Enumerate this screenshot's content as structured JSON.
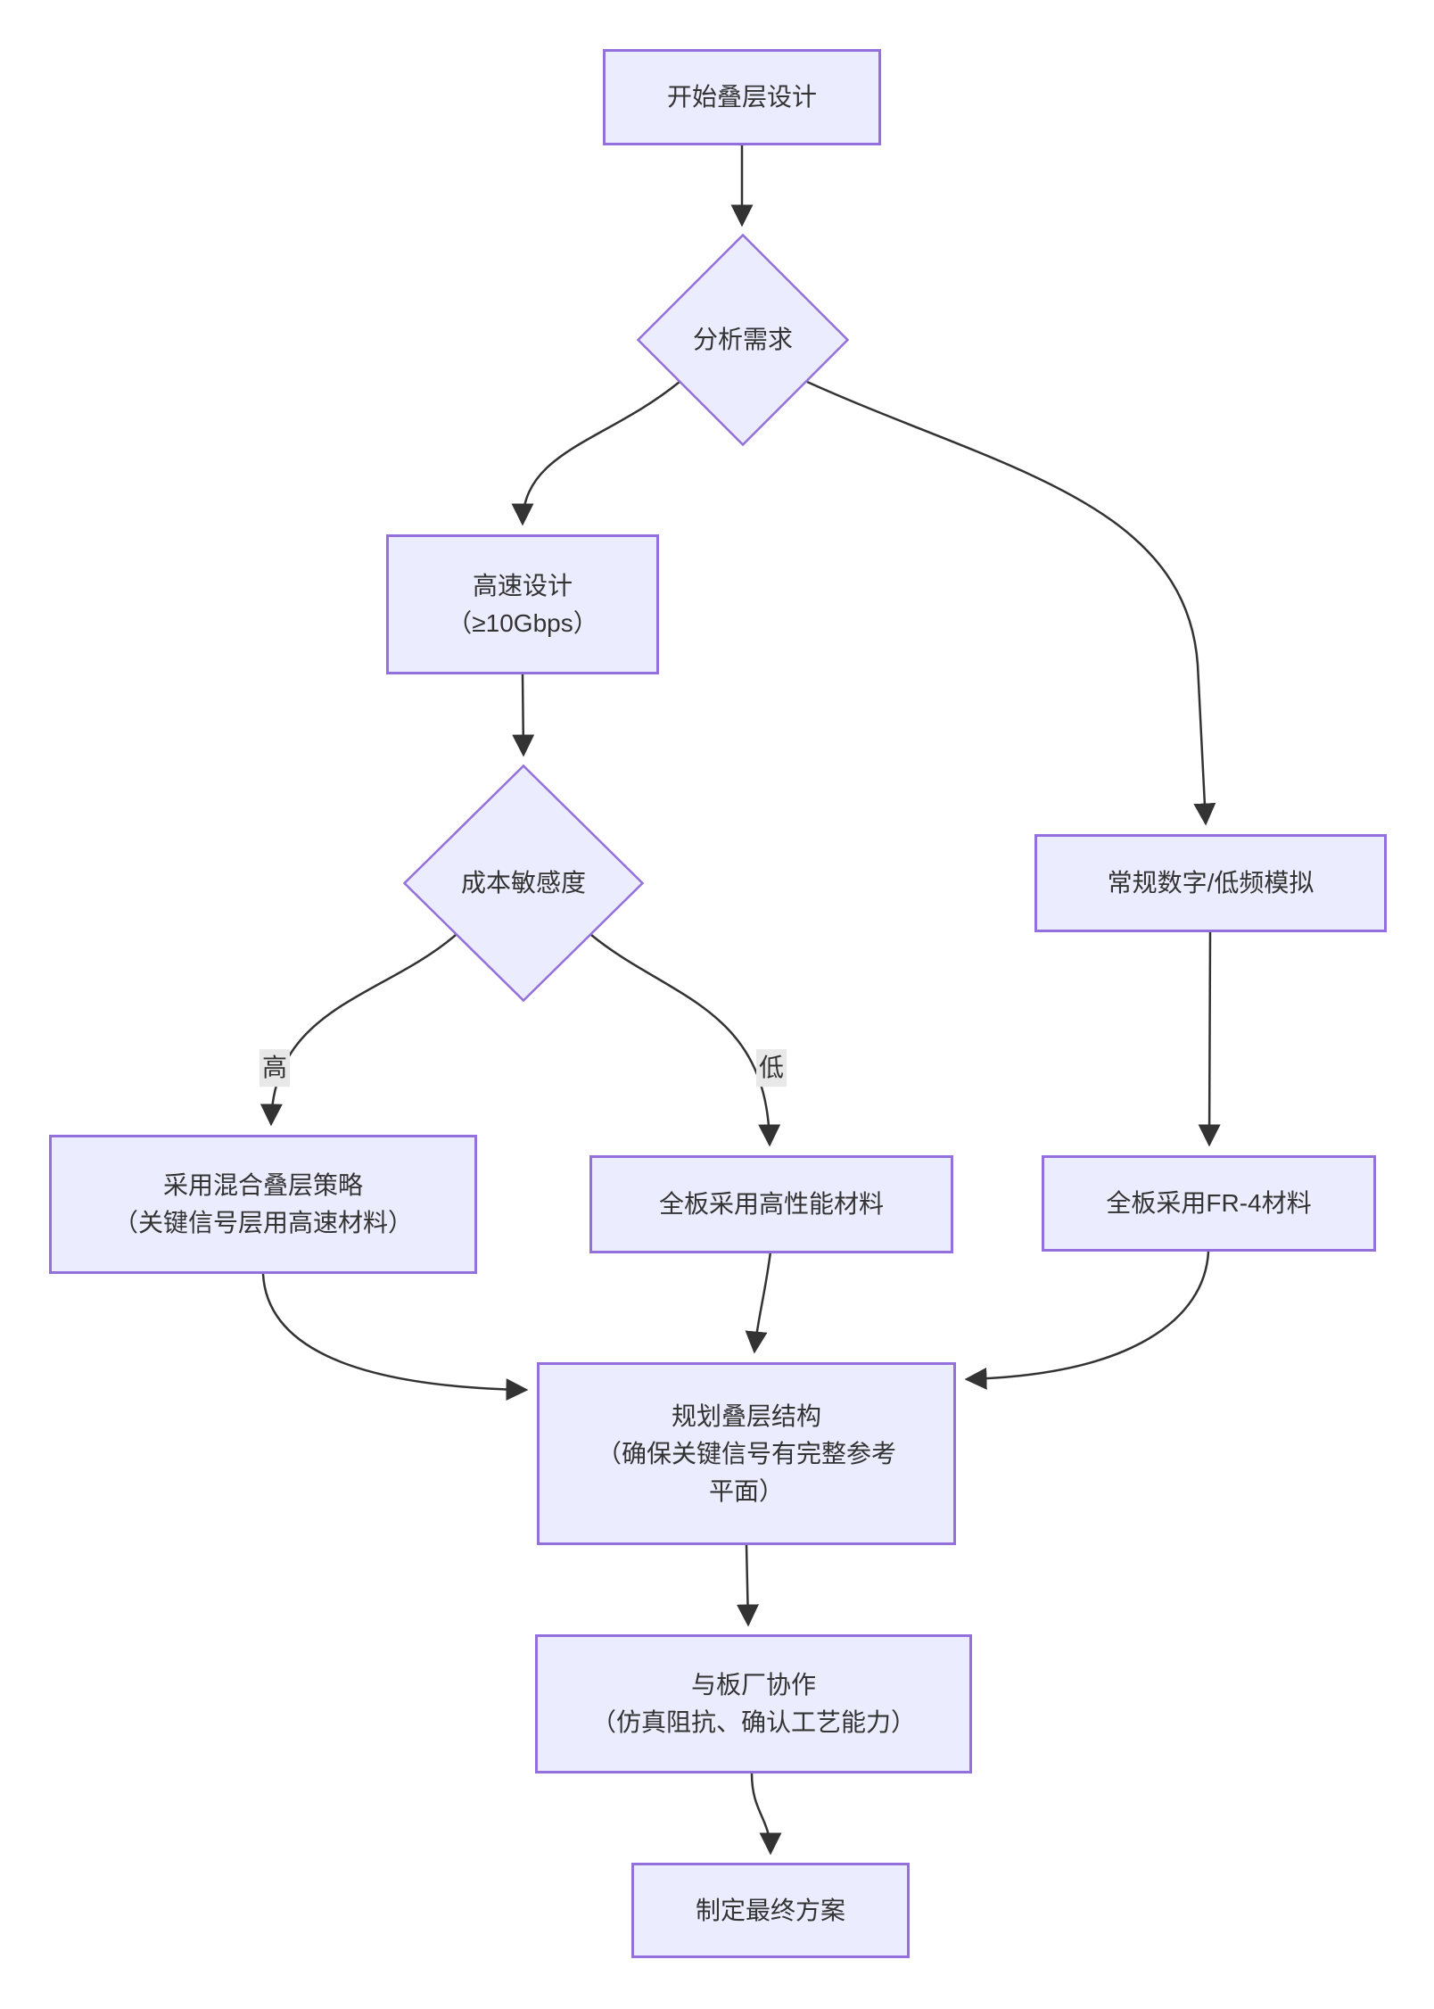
{
  "diagram": {
    "type": "flowchart-top-down",
    "colors": {
      "node_fill": "#ECECFF",
      "node_border": "#9370DB",
      "edge": "#333333",
      "text": "#333333",
      "edge_label_bg": "#E8E8E8",
      "background": "#FFFFFF"
    },
    "nodes": {
      "start": {
        "shape": "rect",
        "label": "开始叠层设计"
      },
      "analyze": {
        "shape": "diamond",
        "label": "分析需求"
      },
      "highspeed": {
        "shape": "rect",
        "lines": [
          "高速设计",
          "（≥10Gbps）"
        ]
      },
      "cost": {
        "shape": "diamond",
        "label": "成本敏感度"
      },
      "hybrid": {
        "shape": "rect",
        "lines": [
          "采用混合叠层策略",
          "（关键信号层用高速材料）"
        ]
      },
      "highperf": {
        "shape": "rect",
        "label": "全板采用高性能材料"
      },
      "regular": {
        "shape": "rect",
        "label": "常规数字/低频模拟"
      },
      "fr4": {
        "shape": "rect",
        "label": "全板采用FR-4材料"
      },
      "plan": {
        "shape": "rect",
        "lines": [
          "规划叠层结构",
          "（确保关键信号有完整参考",
          "平面）"
        ]
      },
      "fab": {
        "shape": "rect",
        "lines": [
          "与板厂协作",
          "（仿真阻抗、确认工艺能力）"
        ]
      },
      "final": {
        "shape": "rect",
        "label": "制定最终方案"
      }
    },
    "edge_labels": {
      "cost_high": "高",
      "cost_low": "低"
    },
    "edges": [
      {
        "from": "start",
        "to": "analyze",
        "label": ""
      },
      {
        "from": "analyze",
        "to": "highspeed",
        "label": ""
      },
      {
        "from": "analyze",
        "to": "regular",
        "label": ""
      },
      {
        "from": "highspeed",
        "to": "cost",
        "label": ""
      },
      {
        "from": "cost",
        "to": "hybrid",
        "label": "高"
      },
      {
        "from": "cost",
        "to": "highperf",
        "label": "低"
      },
      {
        "from": "regular",
        "to": "fr4",
        "label": ""
      },
      {
        "from": "hybrid",
        "to": "plan",
        "label": ""
      },
      {
        "from": "highperf",
        "to": "plan",
        "label": ""
      },
      {
        "from": "fr4",
        "to": "plan",
        "label": ""
      },
      {
        "from": "plan",
        "to": "fab",
        "label": ""
      },
      {
        "from": "fab",
        "to": "final",
        "label": ""
      }
    ]
  }
}
